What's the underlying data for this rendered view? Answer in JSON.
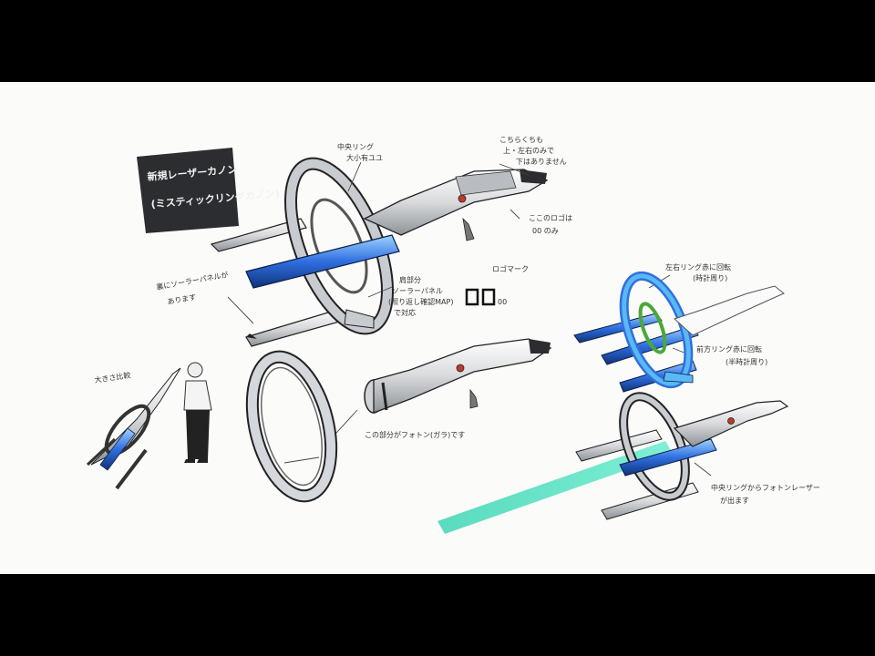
{
  "sheet": {
    "title": {
      "line1": "新規レーザーカノン",
      "line2": "(ミスティックリングカノン)"
    },
    "notes": {
      "center_ring": [
        "中央リング",
        "大小有ユユ"
      ],
      "top_right": [
        "こちらくちも",
        "上・左右のみで",
        "下はありません"
      ],
      "logo_place": [
        "ここのロゴは",
        "00 のみ"
      ],
      "solar_back": [
        "裏にソーラーパネルが",
        "あります"
      ],
      "solar_side": [
        "肩部分",
        "ソーラーパネル",
        "(照り返し確認MAP)",
        "で対応"
      ],
      "logo_mark": "ロゴマーク",
      "scale": "大きさ比較",
      "photon": "この部分がフォトン(ガラ)です",
      "left_ring": [
        "左右リング赤に回転",
        "(時計周り)"
      ],
      "right_ring": [
        "前方リング赤に回転",
        "(半時計周り)"
      ],
      "beam_note": [
        "中央リングからフォトンレーザー",
        "が出ます"
      ]
    },
    "logo_letters": "00",
    "colors": {
      "background": "#fbfbf9",
      "blue": "#2f6fe0",
      "light_blue": "#5ab8f2",
      "beam": "#3fd6b4",
      "ring_green": "#4aa83a",
      "title_panel": "#2b2d30"
    }
  }
}
